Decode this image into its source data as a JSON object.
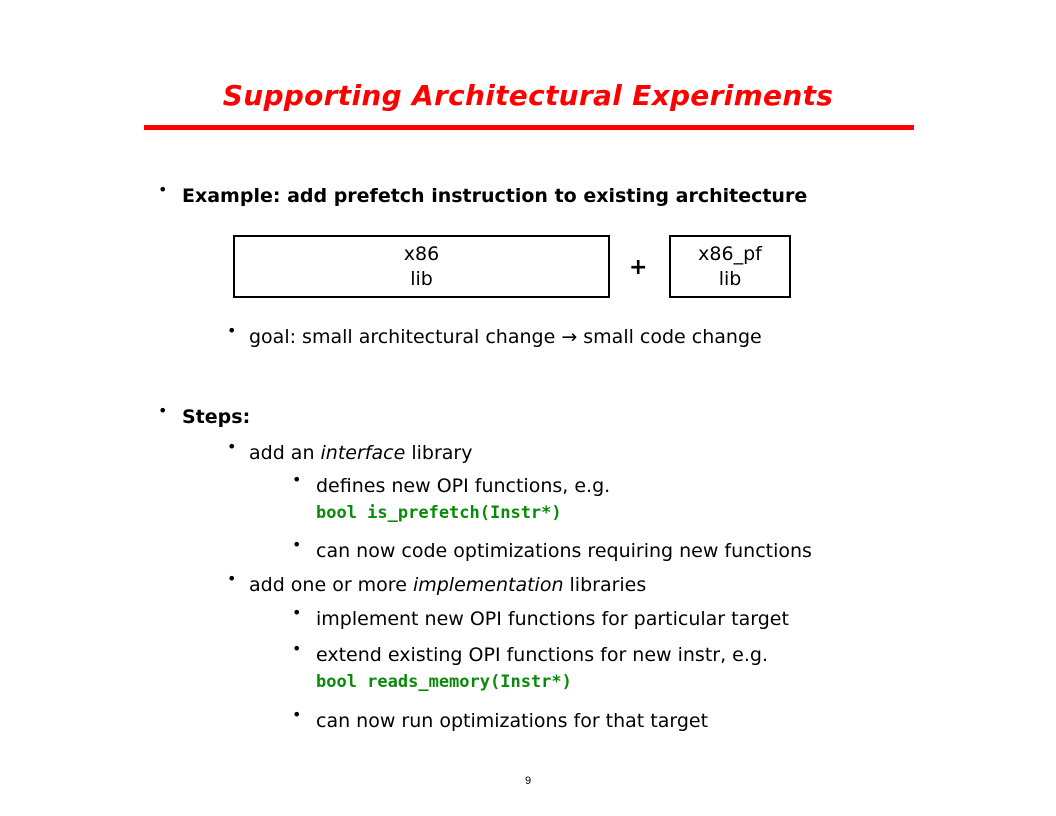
{
  "slide": {
    "title": "Supporting Architectural Experiments",
    "page_number": "9"
  },
  "example": {
    "heading": "Example: add prefetch instruction to existing architecture",
    "box1": {
      "line1": "x86",
      "line2": "lib"
    },
    "plus": "+",
    "box2": {
      "line1": "x86_pf",
      "line2": "lib"
    },
    "goal": "goal: small architectural change → small code change"
  },
  "steps": {
    "heading": "Steps:",
    "step1": {
      "pre": "add an ",
      "em": "interface",
      "post": " library",
      "sub1_text": "defines new OPI functions, e.g.",
      "sub1_code": "bool is_prefetch(Instr*)",
      "sub2_text": "can now code optimizations requiring new functions"
    },
    "step2": {
      "pre": "add one or more ",
      "em": "implementation",
      "post": " libraries",
      "sub1_text": "implement new OPI functions for particular target",
      "sub2_text": "extend existing OPI functions for new instr, e.g.",
      "sub2_code": "bool reads_memory(Instr*)",
      "sub3_text": "can now run optimizations for that target"
    }
  }
}
